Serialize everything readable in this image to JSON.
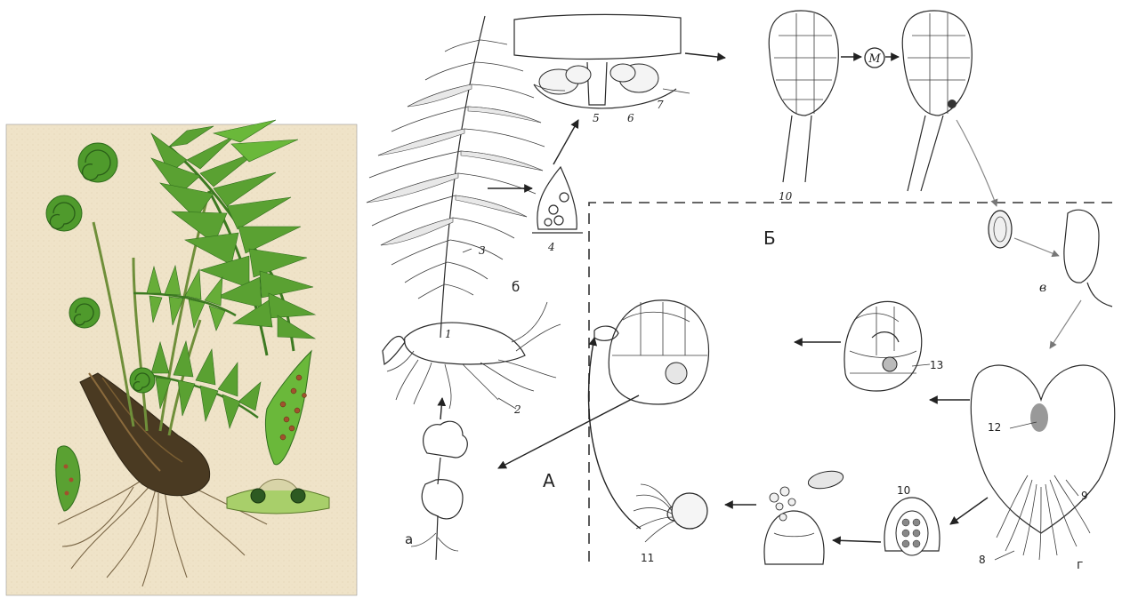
{
  "figure": {
    "left_panel": {
      "description_icon": "fern-color-illustration-icon",
      "colors": {
        "frame": "#f1e6cf",
        "leaf": "#4f9a2c",
        "leaf_dark": "#2f6d1c",
        "rhizome": "#4a3a22",
        "sori": "#a0522d"
      }
    },
    "labels": {
      "a": "а",
      "b": "б",
      "v": "в",
      "g": "г",
      "A": "А",
      "B": "Б",
      "n1": "1",
      "n2": "2",
      "n3": "3",
      "n4": "4",
      "n5": "5",
      "n6": "6",
      "n7": "7",
      "n8": "8",
      "n9": "9",
      "n10a": "10",
      "n10b": "10",
      "n11": "11",
      "n12": "12",
      "n13": "13",
      "M": "M"
    }
  }
}
